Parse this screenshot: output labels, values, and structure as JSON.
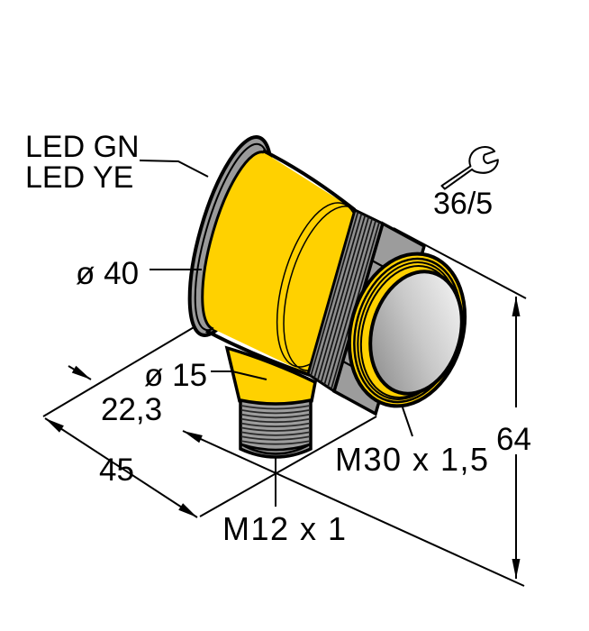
{
  "figure": {
    "type": "technical-dimension-drawing",
    "subject": "barrel-style photoelectric sensor, right-angle housing with M30 threaded barrel and M12 connector",
    "labels": {
      "led_gn": "LED GN",
      "led_ye": "LED YE",
      "dia_40": "ø 40",
      "dia_15": "ø 15",
      "dim_22_3": "22,3",
      "dim_45": "45",
      "dim_64": "64",
      "thread_m30": "M30 x 1,5",
      "thread_m12": "M12 x 1",
      "wrench_size": "36/5"
    },
    "icons": [
      "wrench-icon"
    ],
    "colors": {
      "background": "#FFFFFF",
      "housing_yellow": "#FFD100",
      "metal_gray": "#9A9A9A",
      "knurl_gray": "#8E8E8E",
      "nut_gray": "#9C9C9C",
      "thread_gray": "#9E9E9E",
      "thread_dark": "#2A2A2A",
      "cap_gray": "#8A8A8A",
      "lens_light": "#EFEFEF",
      "lens_mid": "#C9C9C9",
      "lens_dark": "#8C8C8C",
      "line_black": "#000000"
    }
  }
}
